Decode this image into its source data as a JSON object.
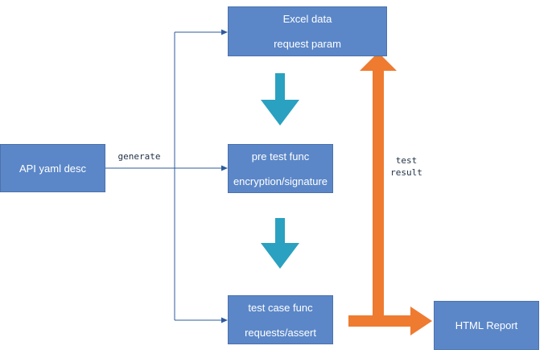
{
  "nodes": {
    "excel": {
      "line1": "Excel data",
      "line2": "request param"
    },
    "pretest": {
      "line1": "pre test func",
      "line2": "encryption/signature"
    },
    "testcase": {
      "line1": "test case func",
      "line2": "requests/assert"
    },
    "api": {
      "label": "API yaml desc"
    },
    "report": {
      "label": "HTML Report"
    }
  },
  "edge_labels": {
    "generate": "generate",
    "test_result_1": "test",
    "test_result_2": "result"
  },
  "colors": {
    "box_fill": "#5b87c8",
    "connector": "#2e5b9e",
    "teal_arrow": "#2aa1c0",
    "orange_arrow": "#ee7b30"
  }
}
